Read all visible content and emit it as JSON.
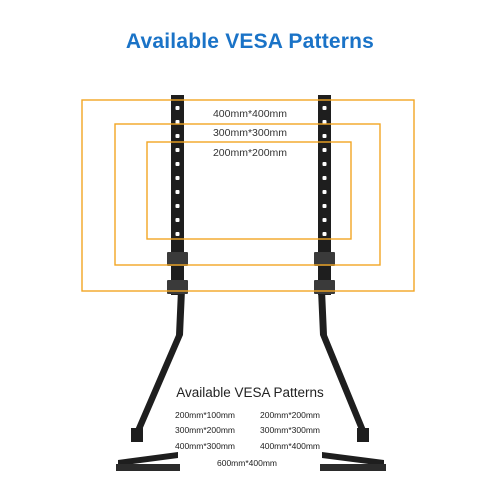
{
  "heading": "Available VESA Patterns",
  "accent_color": "#1a73c7",
  "frame_color": "#f2a623",
  "frame_labels": [
    "400mm*400mm",
    "300mm*300mm",
    "200mm*200mm"
  ],
  "table": {
    "title": "Available VESA Patterns",
    "rows": [
      [
        "200mm*100mm",
        "200mm*200mm"
      ],
      [
        "300mm*200mm",
        "300mm*300mm"
      ],
      [
        "400mm*300mm",
        "400mm*400mm"
      ],
      [
        "600mm*400mm"
      ]
    ]
  }
}
